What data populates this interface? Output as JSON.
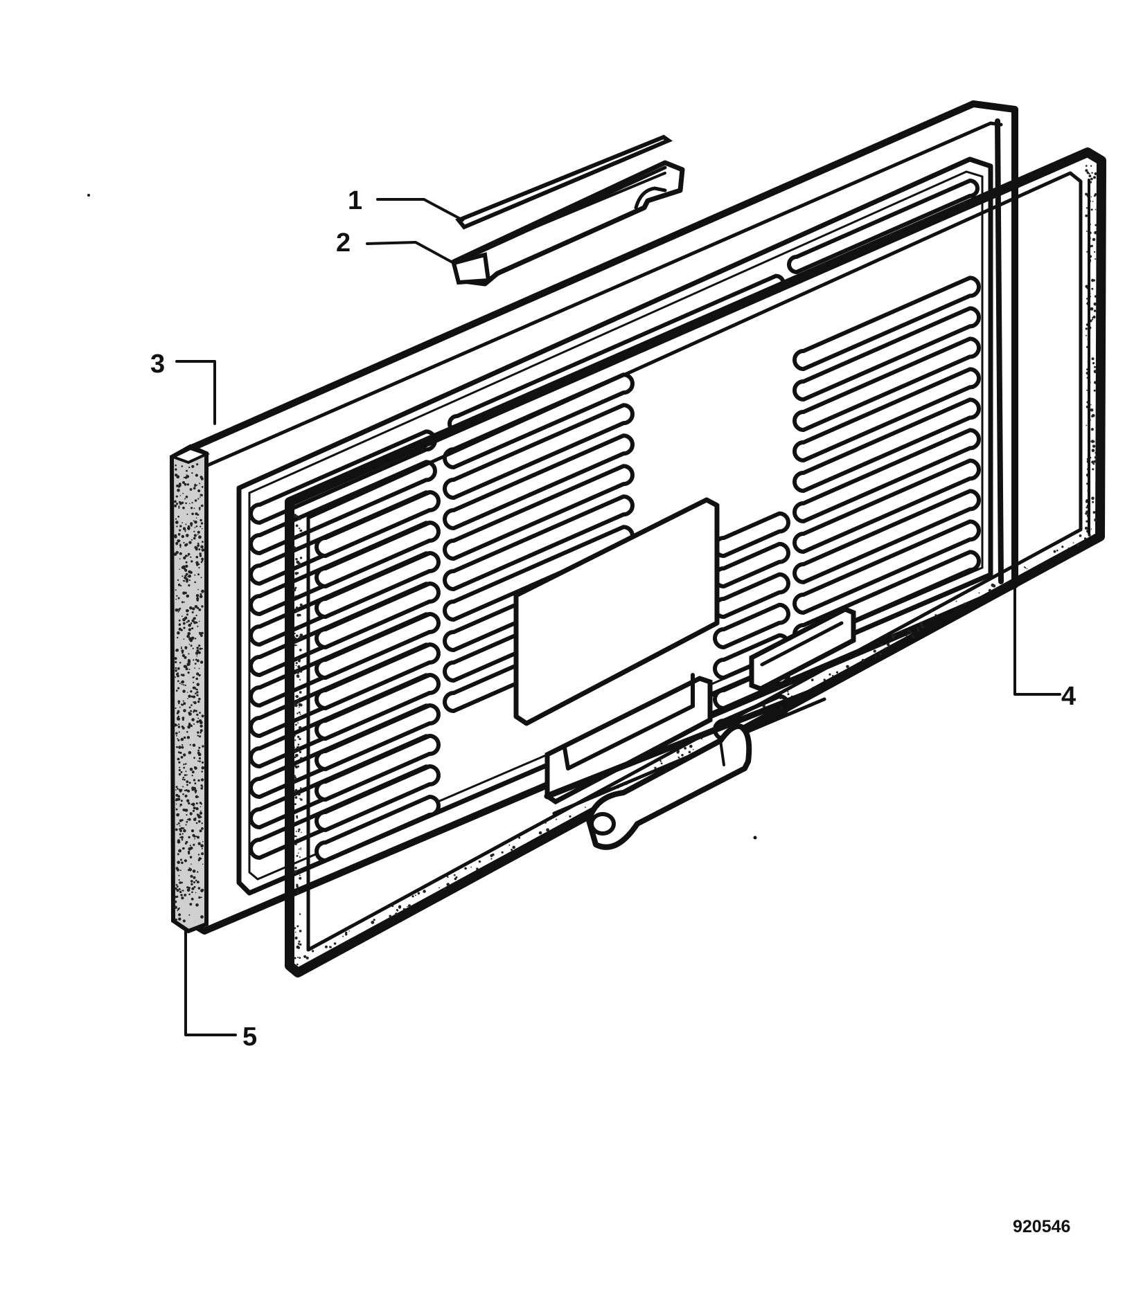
{
  "callouts": [
    {
      "number": "1",
      "part": "handle trim strip"
    },
    {
      "number": "2",
      "part": "handle"
    },
    {
      "number": "3",
      "part": "door outer panel"
    },
    {
      "number": "4",
      "part": "inner frame with hinge"
    },
    {
      "number": "5",
      "part": "door seal"
    }
  ],
  "drawing_code": "920546"
}
